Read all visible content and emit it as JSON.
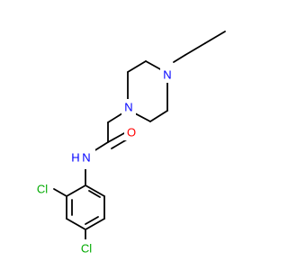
{
  "molecule": {
    "colors": {
      "bond": "#000000",
      "N": "#0000ff",
      "O": "#ff0000",
      "Cl": "#00aa00",
      "background": "#ffffff"
    },
    "labels": {
      "n_piperazine_top": "N",
      "n_piperazine_bottom": "N",
      "amide_o": "O",
      "amide_nh": "N",
      "amide_h": "H",
      "cl_3": "Cl",
      "cl_4": "Cl"
    }
  }
}
